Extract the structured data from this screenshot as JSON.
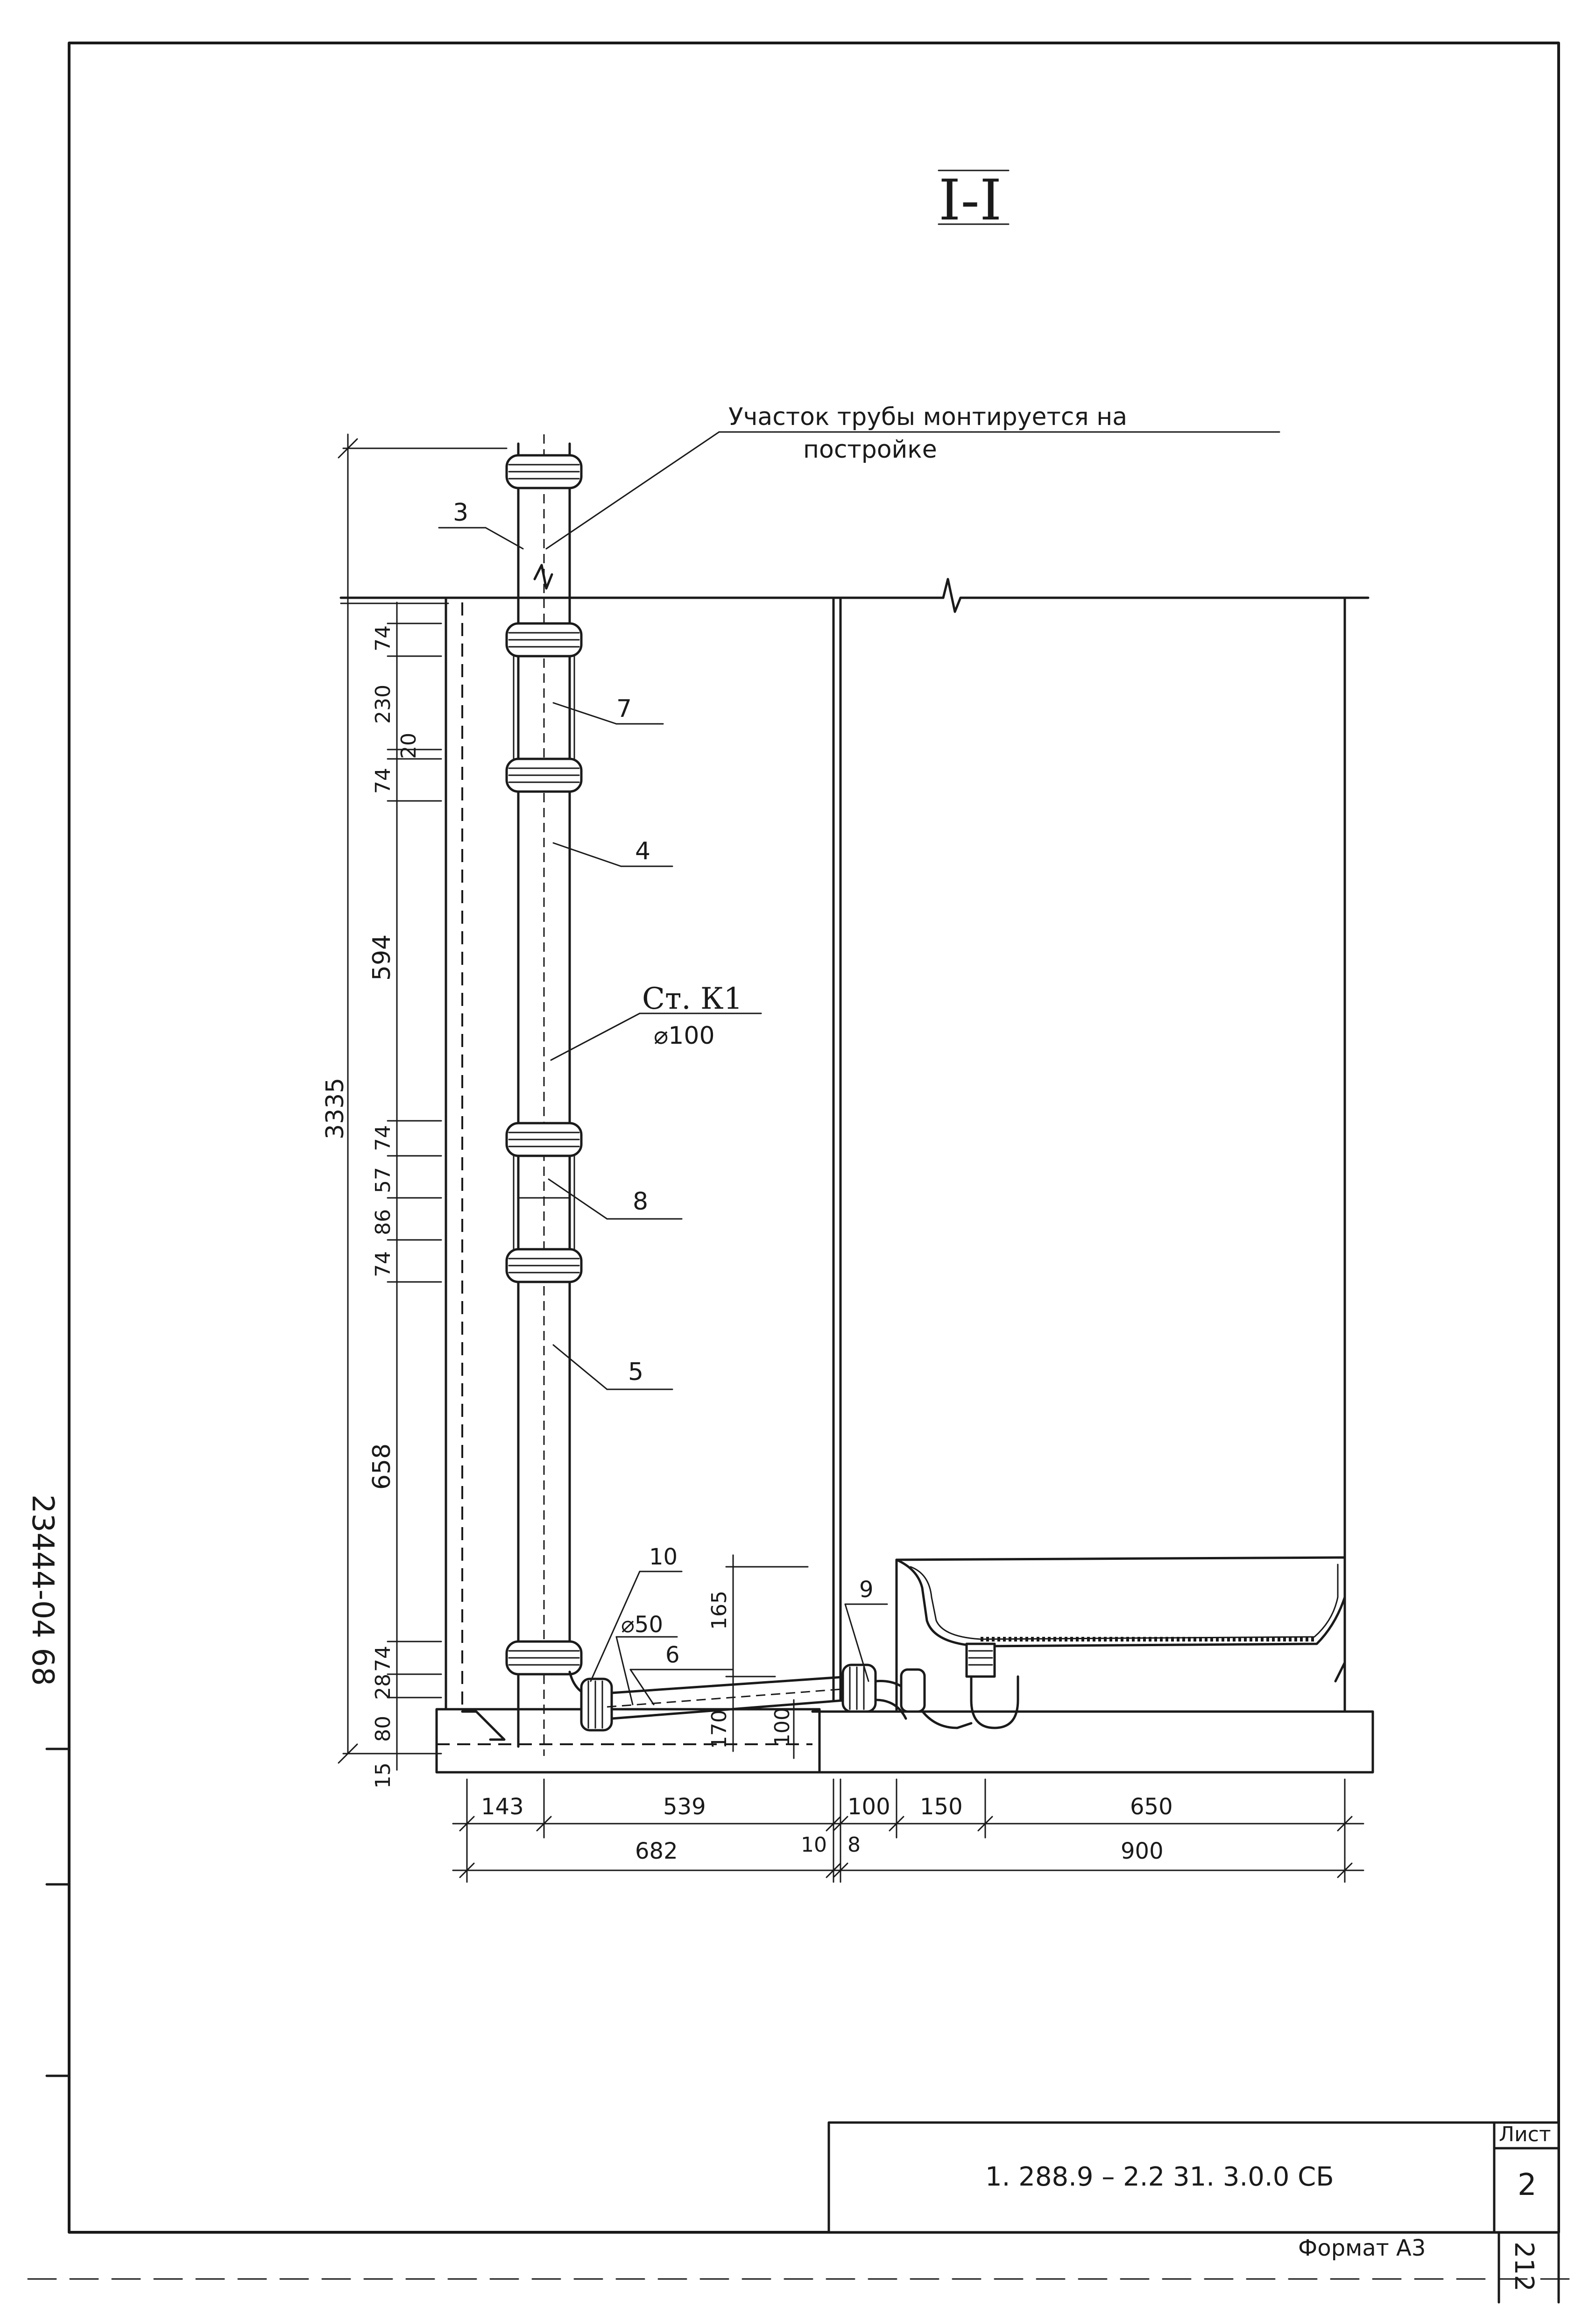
{
  "section_title": "I-I",
  "note": {
    "line1": "Участок трубы монтируется на",
    "line2": "постройке"
  },
  "riser": {
    "label_line1": "Ст. К1",
    "label_line2": "⌀100"
  },
  "branch": {
    "diameter": "⌀50"
  },
  "positions": [
    "3",
    "7",
    "4",
    "8",
    "5",
    "10",
    "6",
    "9"
  ],
  "vertical_dims": {
    "overall": "3335",
    "pipe_stack": [
      "74",
      "230",
      "20",
      "74",
      "594",
      "74",
      "57",
      "86",
      "74",
      "658",
      "74",
      "28",
      "80",
      "15"
    ],
    "branch_height": "165",
    "branch_drop": "170",
    "trap_height": "100"
  },
  "horizontal_dims": {
    "row1": [
      "143",
      "539",
      "100",
      "150",
      "650"
    ],
    "row2": [
      "682",
      "10",
      "8",
      "900"
    ]
  },
  "title_block": {
    "designation": "1. 288.9 – 2.2    31. 3.0.0  СБ",
    "sheet_label": "Лист",
    "sheet_number": "2",
    "format": "Формат А3",
    "page_number": "212"
  },
  "margin_stamp": "23444-04   68"
}
